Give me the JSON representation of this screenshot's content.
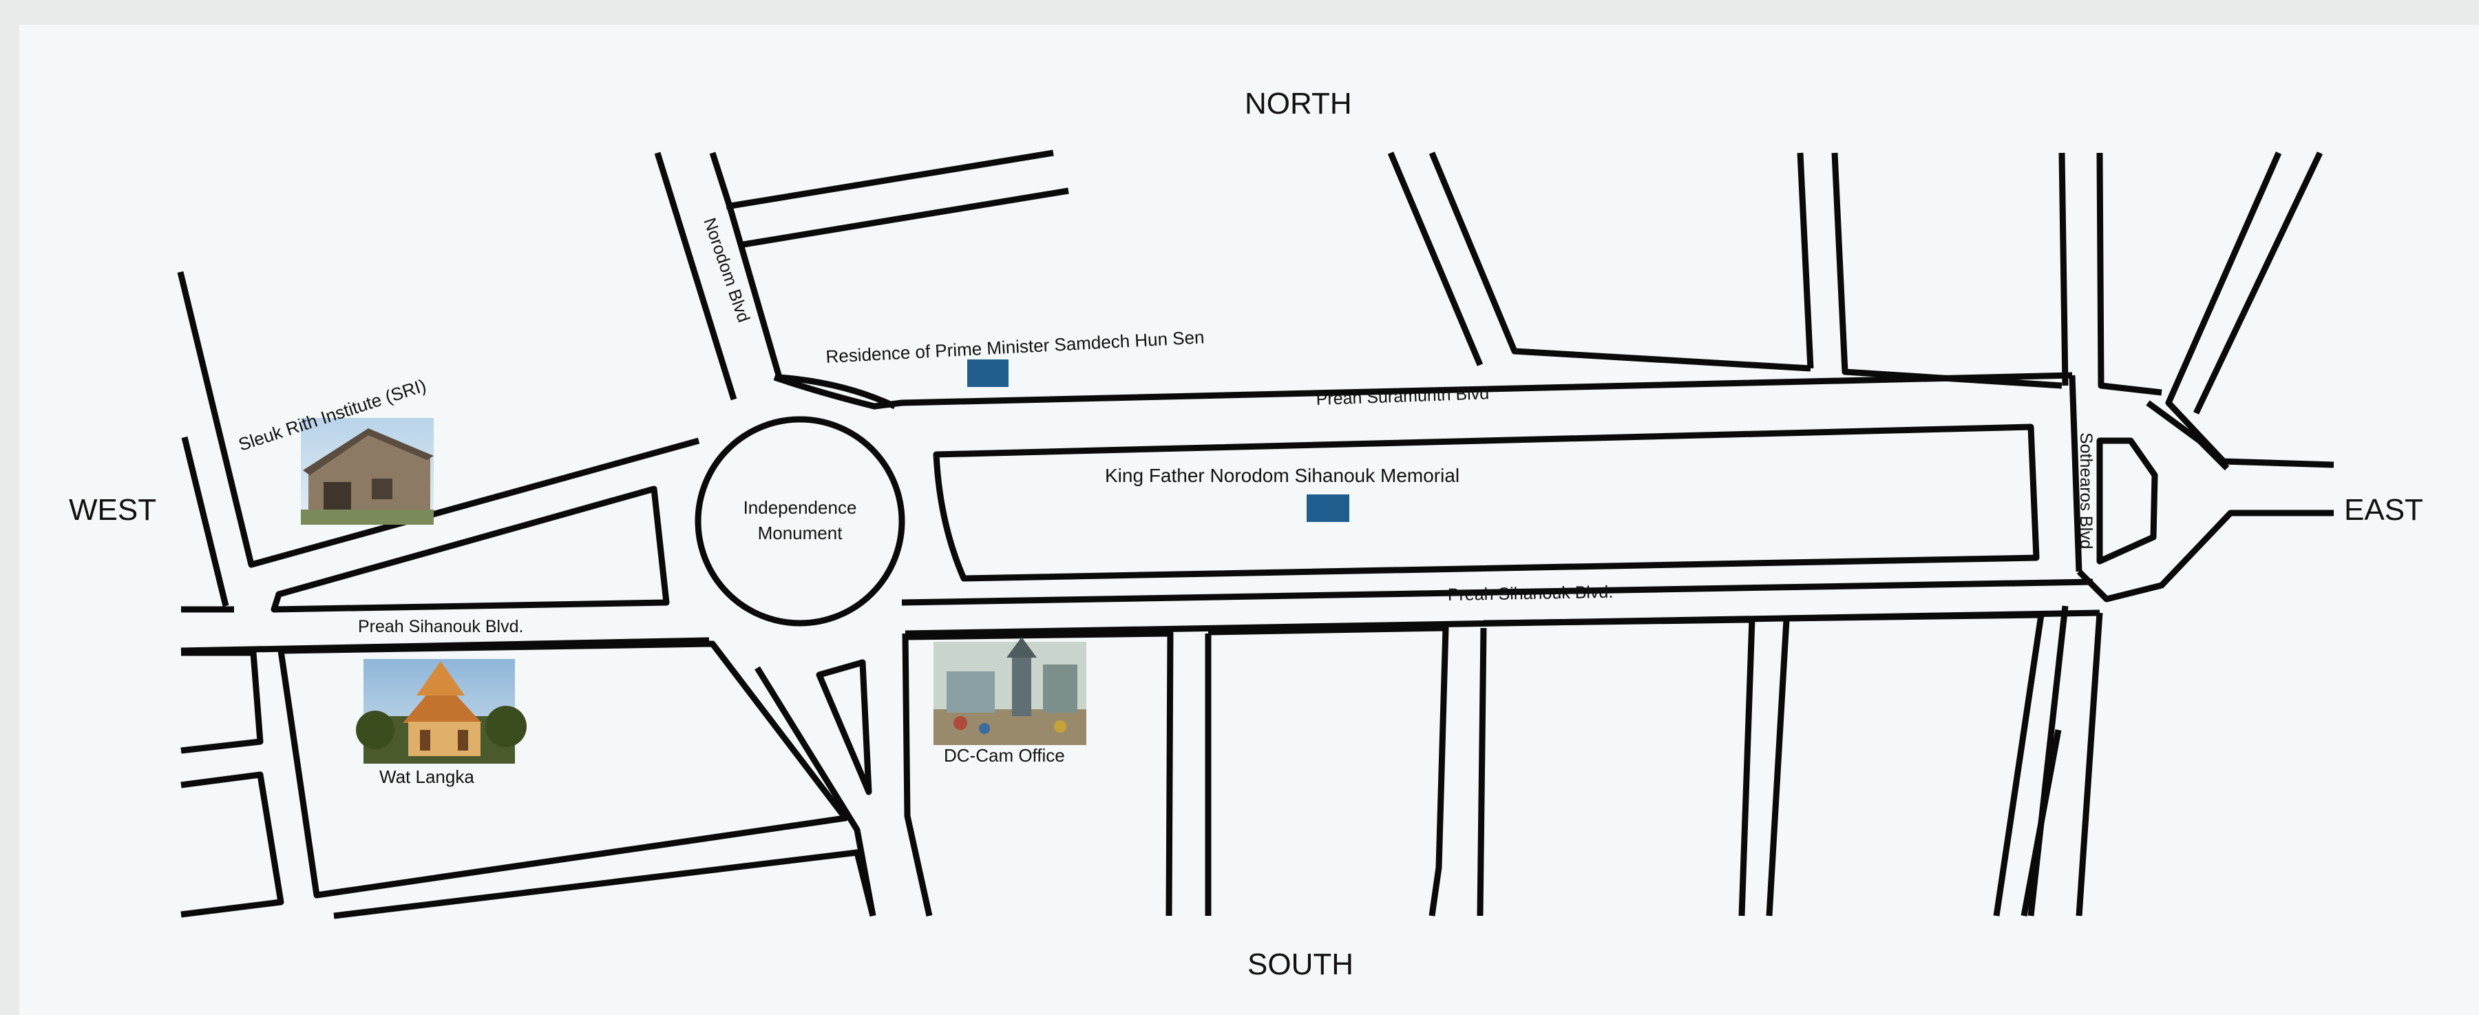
{
  "compass": {
    "north": "NORTH",
    "south": "SOUTH",
    "west": "WEST",
    "east": "EAST"
  },
  "streets": {
    "norodom": "Norodom Blvd",
    "suramurith": "Preah Suramurith Blvd",
    "sihanouk_west": "Preah Sihanouk Blvd.",
    "sihanouk_east": "Preah Sihanouk Blvd.",
    "sothearos": "Sothearos Blvd"
  },
  "places": {
    "independence_line1": "Independence",
    "independence_line2": "Monument",
    "residence": "Residence of Prime Minister Samdech Hun Sen",
    "memorial": "King Father Norodom Sihanouk Memorial",
    "sri": "Sleuk Rith Institute (SRI)",
    "wat_langka": "Wat Langka",
    "dccam": "DC-Cam Office"
  },
  "colors": {
    "marker": "#1f5d8e",
    "road": "#0a0a0a",
    "background": "#f5f8f8"
  }
}
